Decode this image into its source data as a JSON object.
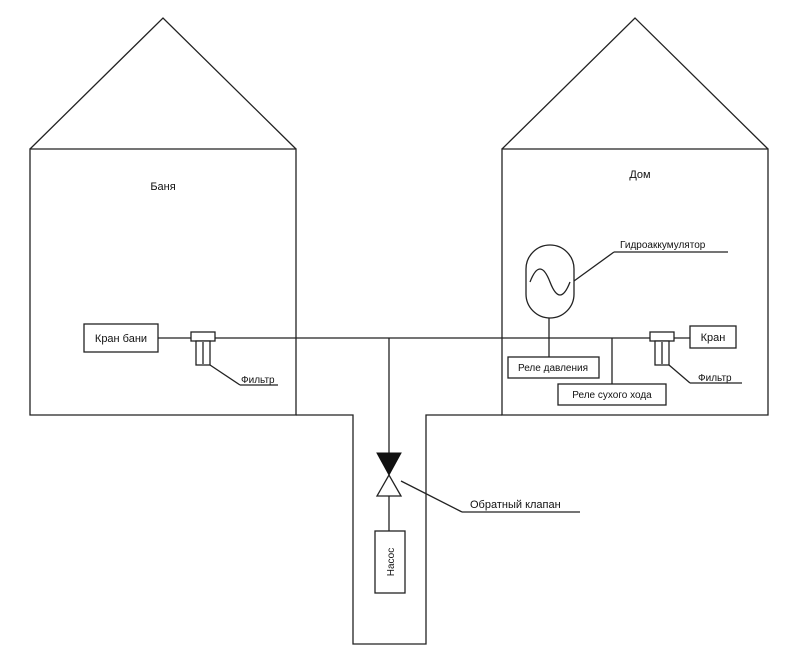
{
  "labels": {
    "banya": "Баня",
    "dom": "Дом",
    "kran_bani": "Кран бани",
    "filtr_left": "Фильтр",
    "gidroakkumulyator": "Гидроаккумулятор",
    "rele_davleniya": "Реле давления",
    "rele_sukhogo_khoda": "Реле сухого хода",
    "kran": "Кран",
    "filtr_right": "Фильтр",
    "obratny_klapan": "Обратный клапан",
    "nasos": "Насос"
  },
  "colors": {
    "line": "#222222",
    "background": "#ffffff"
  }
}
